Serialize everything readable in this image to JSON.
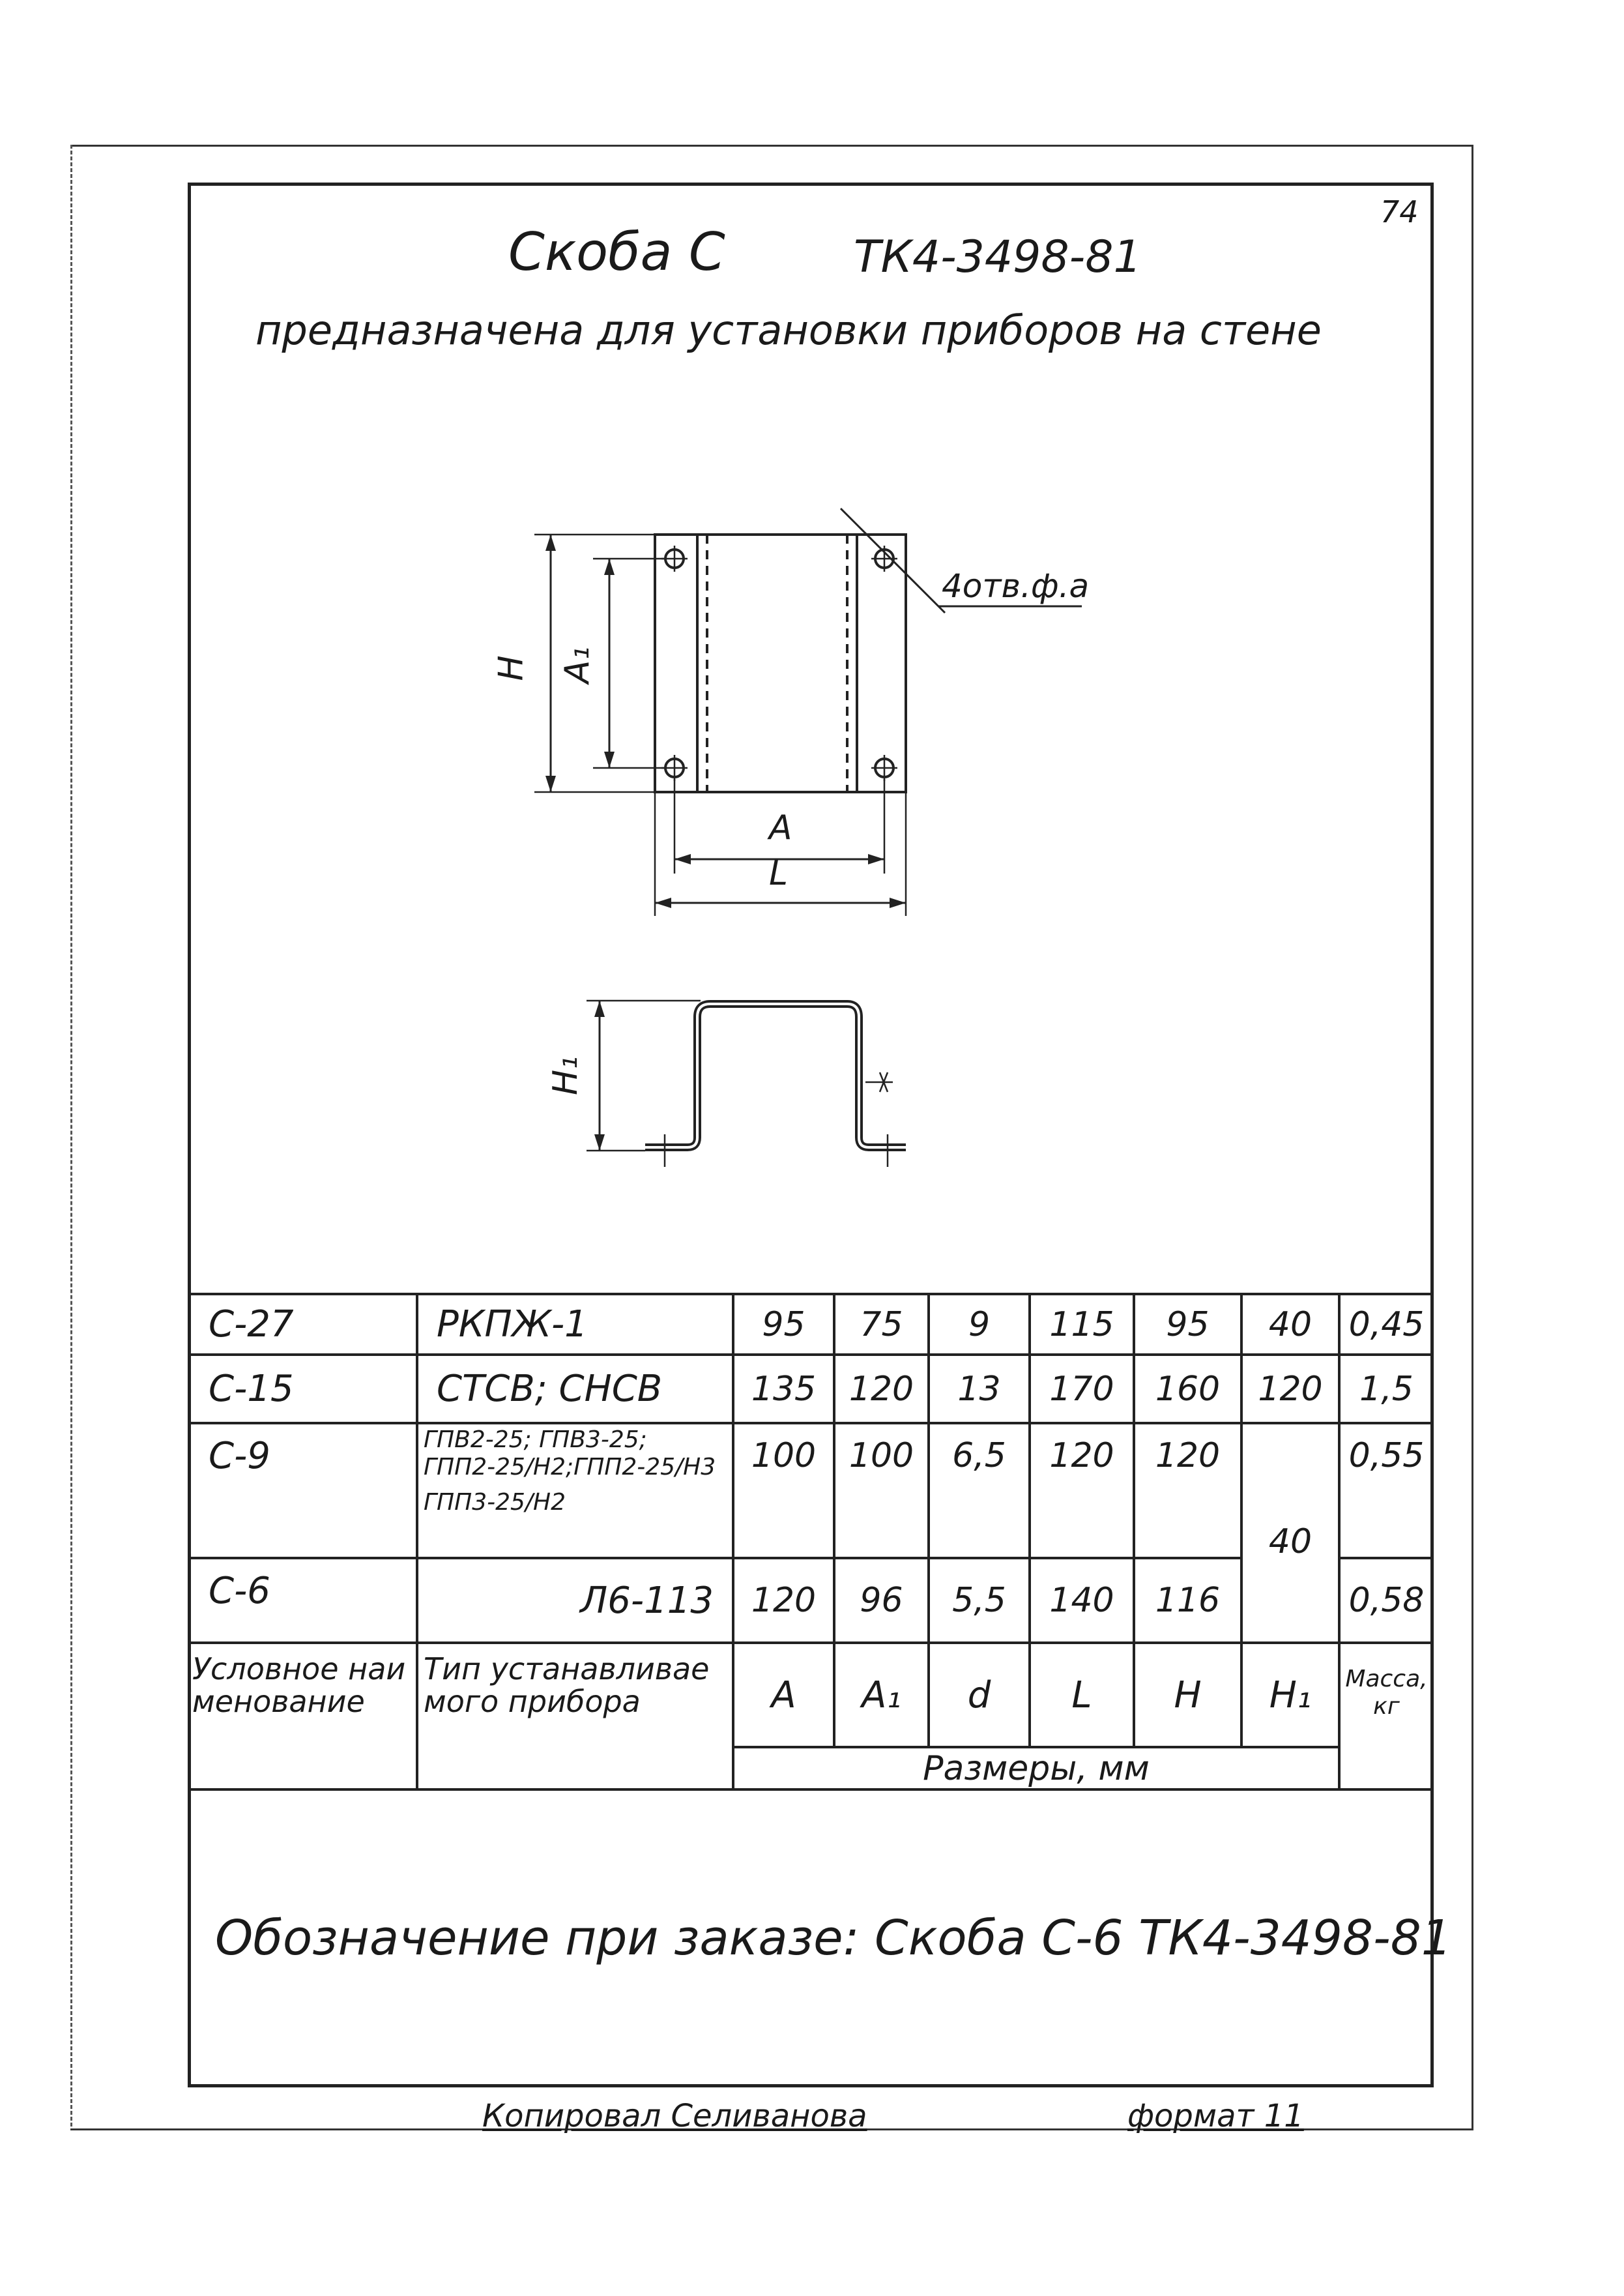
{
  "page_number": "74",
  "title": {
    "name": "Скоба С",
    "code": "ТК4-3498-81"
  },
  "subtitle": "предназначена для установки приборов на стене",
  "drawing": {
    "hole_note": "4отв.ф.а",
    "labels": {
      "H": "Н",
      "A1": "А₁",
      "A": "А",
      "L": "L",
      "H1": "Н₁"
    }
  },
  "table": {
    "rows": [
      {
        "name": "С-27",
        "device": [
          "РКПЖ-1"
        ],
        "A": "95",
        "A1": "75",
        "d": "9",
        "L": "115",
        "H": "95",
        "H1": "40",
        "mass": "0,45"
      },
      {
        "name": "С-15",
        "device": [
          "СТСВ; СНСВ"
        ],
        "A": "135",
        "A1": "120",
        "d": "13",
        "L": "170",
        "H": "160",
        "H1": "120",
        "mass": "1,5"
      },
      {
        "name": "С-9",
        "device": [
          "ГПВ2-25; ГПВ3-25;",
          "ГПП2-25/Н2;ГПП2-25/Н3",
          "ГПП3-25/Н2"
        ],
        "A": "100",
        "A1": "100",
        "d": "6,5",
        "L": "120",
        "H": "120",
        "H1": "40",
        "mass": "0,55"
      },
      {
        "name": "С-6",
        "device": [
          "Л6-113"
        ],
        "A": "120",
        "A1": "96",
        "d": "5,5",
        "L": "140",
        "H": "116",
        "H1": "",
        "mass": "0,58"
      }
    ],
    "header": {
      "name": "Условное наименование",
      "device": "Тип устанавливаемого прибора",
      "A": "А",
      "A1": "А₁",
      "d": "d",
      "L": "L",
      "H": "Н",
      "H1": "Н₁",
      "mass": "Масса, кг",
      "dims_caption": "Размеры, мм"
    }
  },
  "order_note": "Обозначение при заказе: Скоба С-6  ТК4-3498-81",
  "footer": {
    "copied": "Копировал Селиванова",
    "format": "формат 11"
  }
}
